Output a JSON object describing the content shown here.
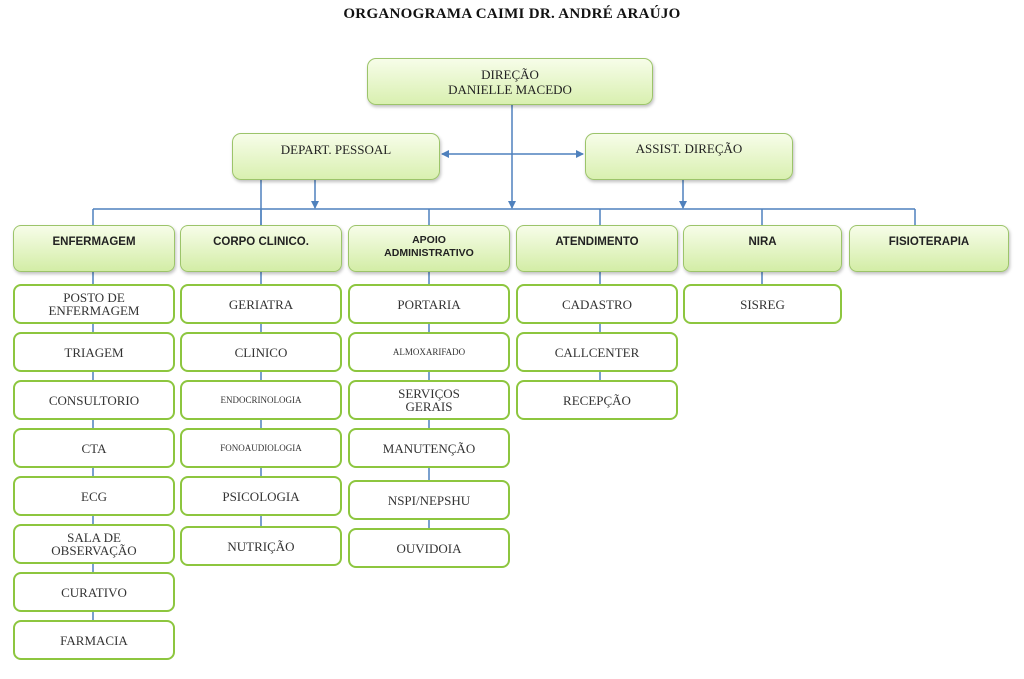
{
  "title": "ORGANOGRAMA CAIMI DR. ANDRÉ ARAÚJO",
  "direcao": {
    "line1": "DIREÇÃO",
    "line2": "DANIELLE MACEDO"
  },
  "depart_pessoal": "DEPART. PESSOAL",
  "assist_direcao": "ASSIST. DIREÇÃO",
  "colors": {
    "line": "#4f81bd",
    "box_border": "#8dc63f"
  },
  "departments": [
    {
      "name": "ENFERMAGEM",
      "items": [
        "POSTO DE ENFERMAGEM",
        "TRIAGEM",
        "CONSULTORIO",
        "CTA",
        "ECG",
        "SALA DE OBSERVAÇÃO",
        "CURATIVO",
        "FARMACIA"
      ]
    },
    {
      "name": "CORPO CLINICO.",
      "items": [
        "GERIATRA",
        "CLINICO",
        "ENDOCRINOLOGIA",
        "FONOAUDIOLOGIA",
        "PSICOLOGIA",
        "NUTRIÇÃO"
      ]
    },
    {
      "name": "APOIO ADMINISTRATIVO",
      "items": [
        "PORTARIA",
        "ALMOXARIFADO",
        "SERVIÇOS GERAIS",
        "MANUTENÇÃO",
        "NSPI/NEPSHU",
        "OUVIDOIA"
      ]
    },
    {
      "name": "ATENDIMENTO",
      "items": [
        "CADASTRO",
        "CALLCENTER",
        "RECEPÇÃO"
      ]
    },
    {
      "name": "NIRA",
      "items": [
        "SISREG"
      ]
    },
    {
      "name": "FISIOTERAPIA",
      "items": []
    }
  ]
}
